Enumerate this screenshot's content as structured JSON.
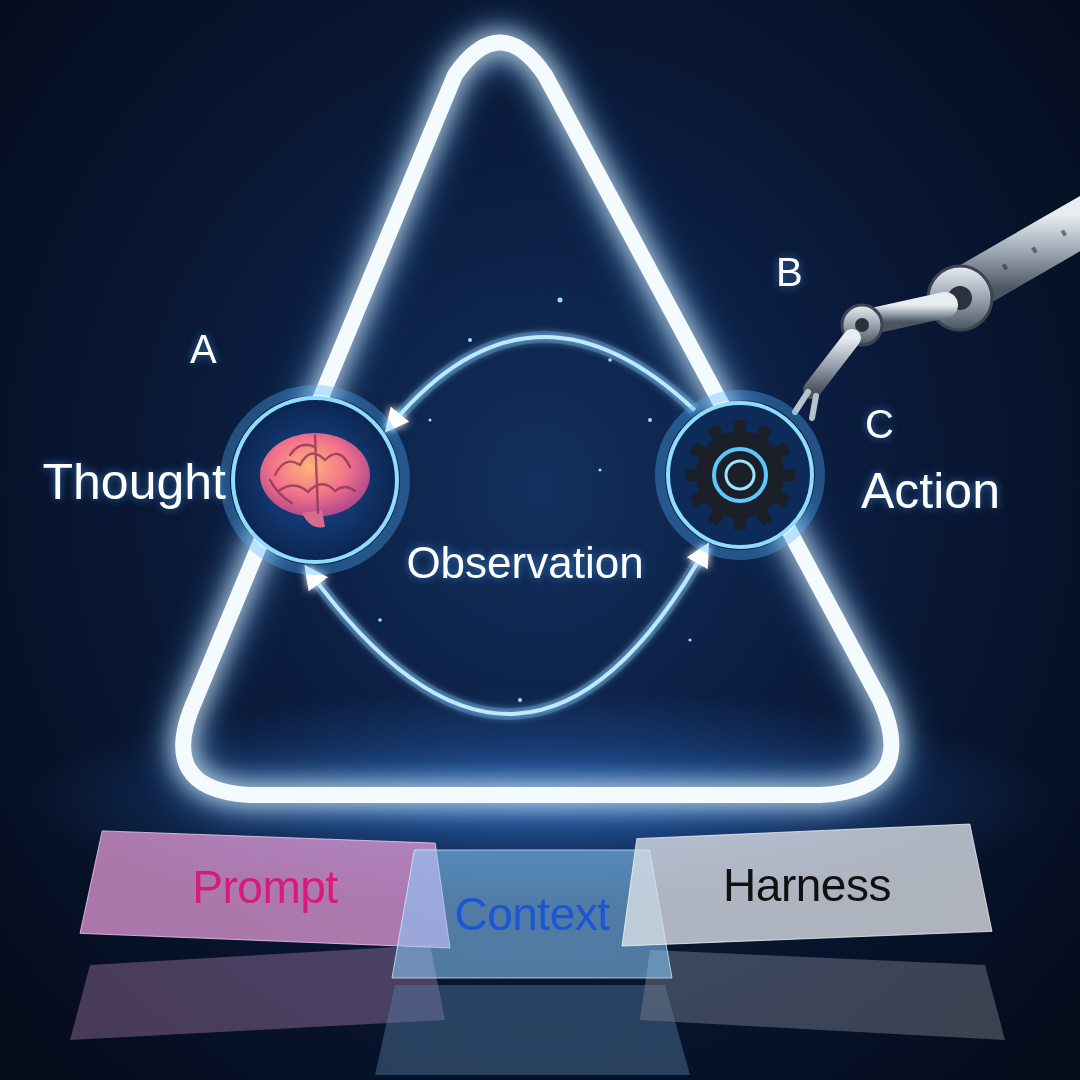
{
  "diagram": {
    "nodes": [
      {
        "text": [
          "A",
          "Thought"
        ]
      },
      {
        "text": [
          "C",
          "Action"
        ]
      },
      {
        "text": [
          "Prompt"
        ]
      },
      {
        "text": [
          "Context"
        ]
      },
      {
        "text": [
          "Harness"
        ]
      }
    ],
    "edges": [
      {
        "from": 1,
        "to": 0,
        "arrow": "to"
      },
      {
        "from": 0,
        "to": 1,
        "arrow": "both"
      }
    ],
    "labels": [
      "B",
      "Observation"
    ]
  }
}
